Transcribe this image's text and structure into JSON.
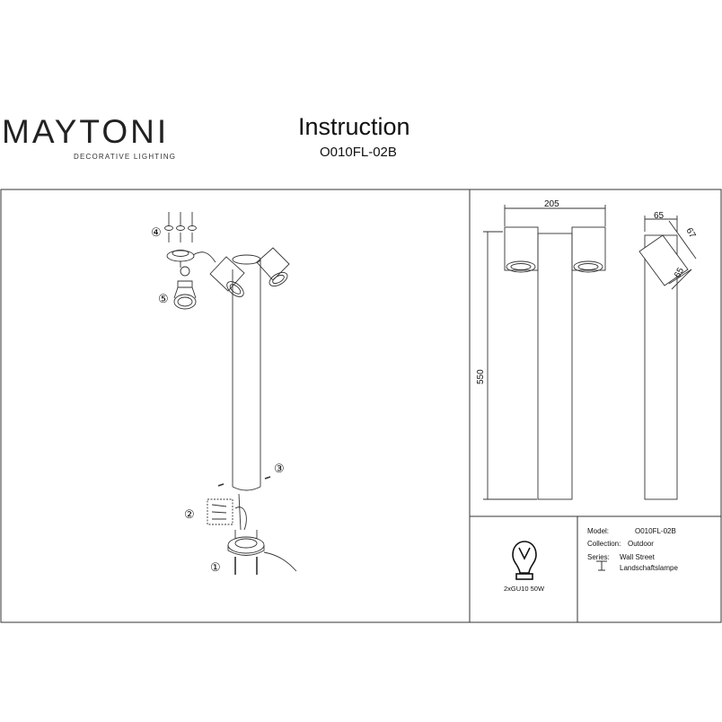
{
  "header": {
    "brand": "MAYTONI",
    "brand_sub": "DECORATIVE LIGHTING",
    "title": "Instruction",
    "model": "O010FL-02B"
  },
  "assembly": {
    "steps": [
      "①",
      "②",
      "③",
      "④",
      "⑤"
    ]
  },
  "dimensions": {
    "width": "205",
    "height": "550",
    "side_top": "65",
    "side_diag_1": "67",
    "side_diag_2": "65"
  },
  "bulb": {
    "label": "2xGU10 50W"
  },
  "specs": {
    "model_label": "Model:",
    "model_value": "O010FL-02B",
    "collection_label": "Collection:",
    "collection_value": "Outdoor",
    "series_label": "Series:",
    "series_value_1": "Wall Street",
    "series_value_2": "Landschaftslampe"
  },
  "colors": {
    "line": "#333333",
    "brand_accent": "#8a2a8c"
  }
}
